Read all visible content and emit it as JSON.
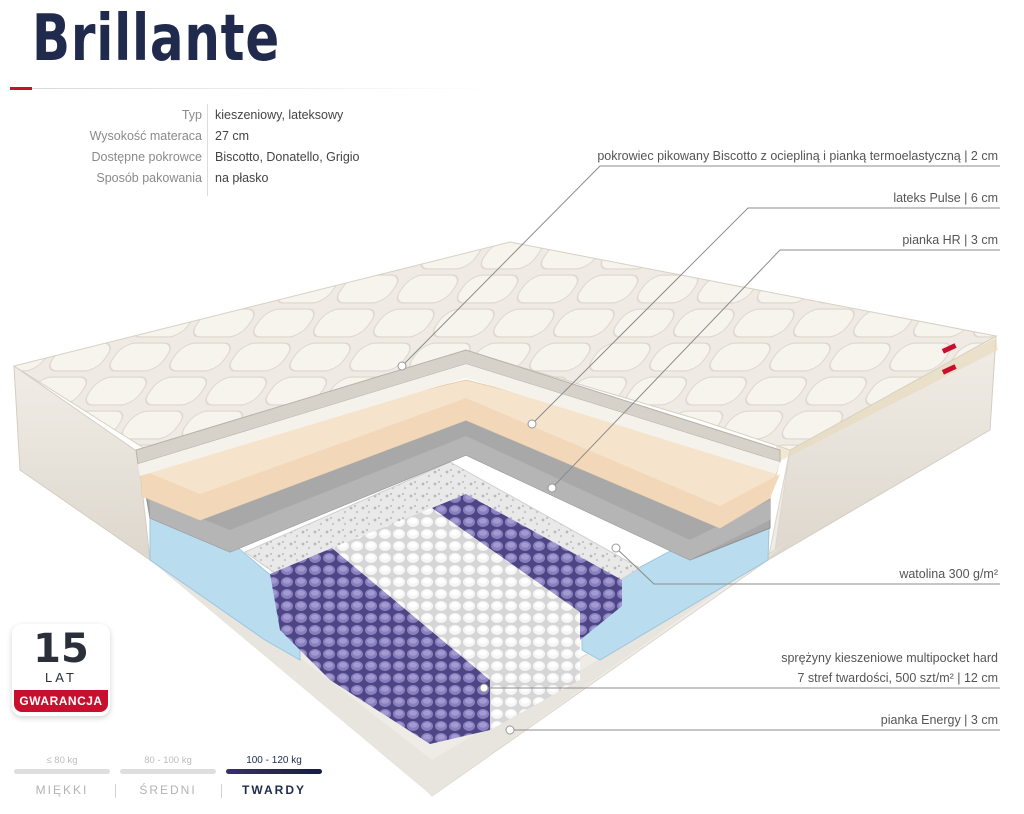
{
  "product": {
    "name": "Brillante"
  },
  "specs": [
    {
      "label": "Typ",
      "value": "kieszeniowy, lateksowy"
    },
    {
      "label": "Wysokość materaca",
      "value": "27 cm"
    },
    {
      "label": "Dostępne pokrowce",
      "value": "Biscotto, Donatello, Grigio"
    },
    {
      "label": "Sposób pakowania",
      "value": "na płasko"
    }
  ],
  "layers": {
    "cover": "pokrowiec pikowany Biscotto z ociepliną i pianką termoelastyczną | 2 cm",
    "latex": "lateks Pulse | 6 cm",
    "hr_foam": "pianka HR | 3 cm",
    "wadding": "watolina 300 g/m²",
    "springs_line1": "sprężyny kieszeniowe multipocket hard",
    "springs_line2": "7 stref twardości, 500 szt/m² | 12 cm",
    "energy_foam": "pianka Energy | 3 cm"
  },
  "warranty": {
    "years": "15",
    "unit": "LAT",
    "label": "GWARANCJA"
  },
  "firmness": {
    "options": [
      {
        "range": "≤ 80 kg",
        "name": "MIĘKKI",
        "active": false
      },
      {
        "range": "80 - 100 kg",
        "name": "ŚREDNI",
        "active": false
      },
      {
        "range": "100 - 120 kg",
        "name": "TWARDY",
        "active": true
      }
    ]
  },
  "colors": {
    "brand_navy": "#1f2a4d",
    "accent_red": "#c8102e",
    "foam_blue": "#b9dcef",
    "spring_purple": "#6e63a5"
  }
}
